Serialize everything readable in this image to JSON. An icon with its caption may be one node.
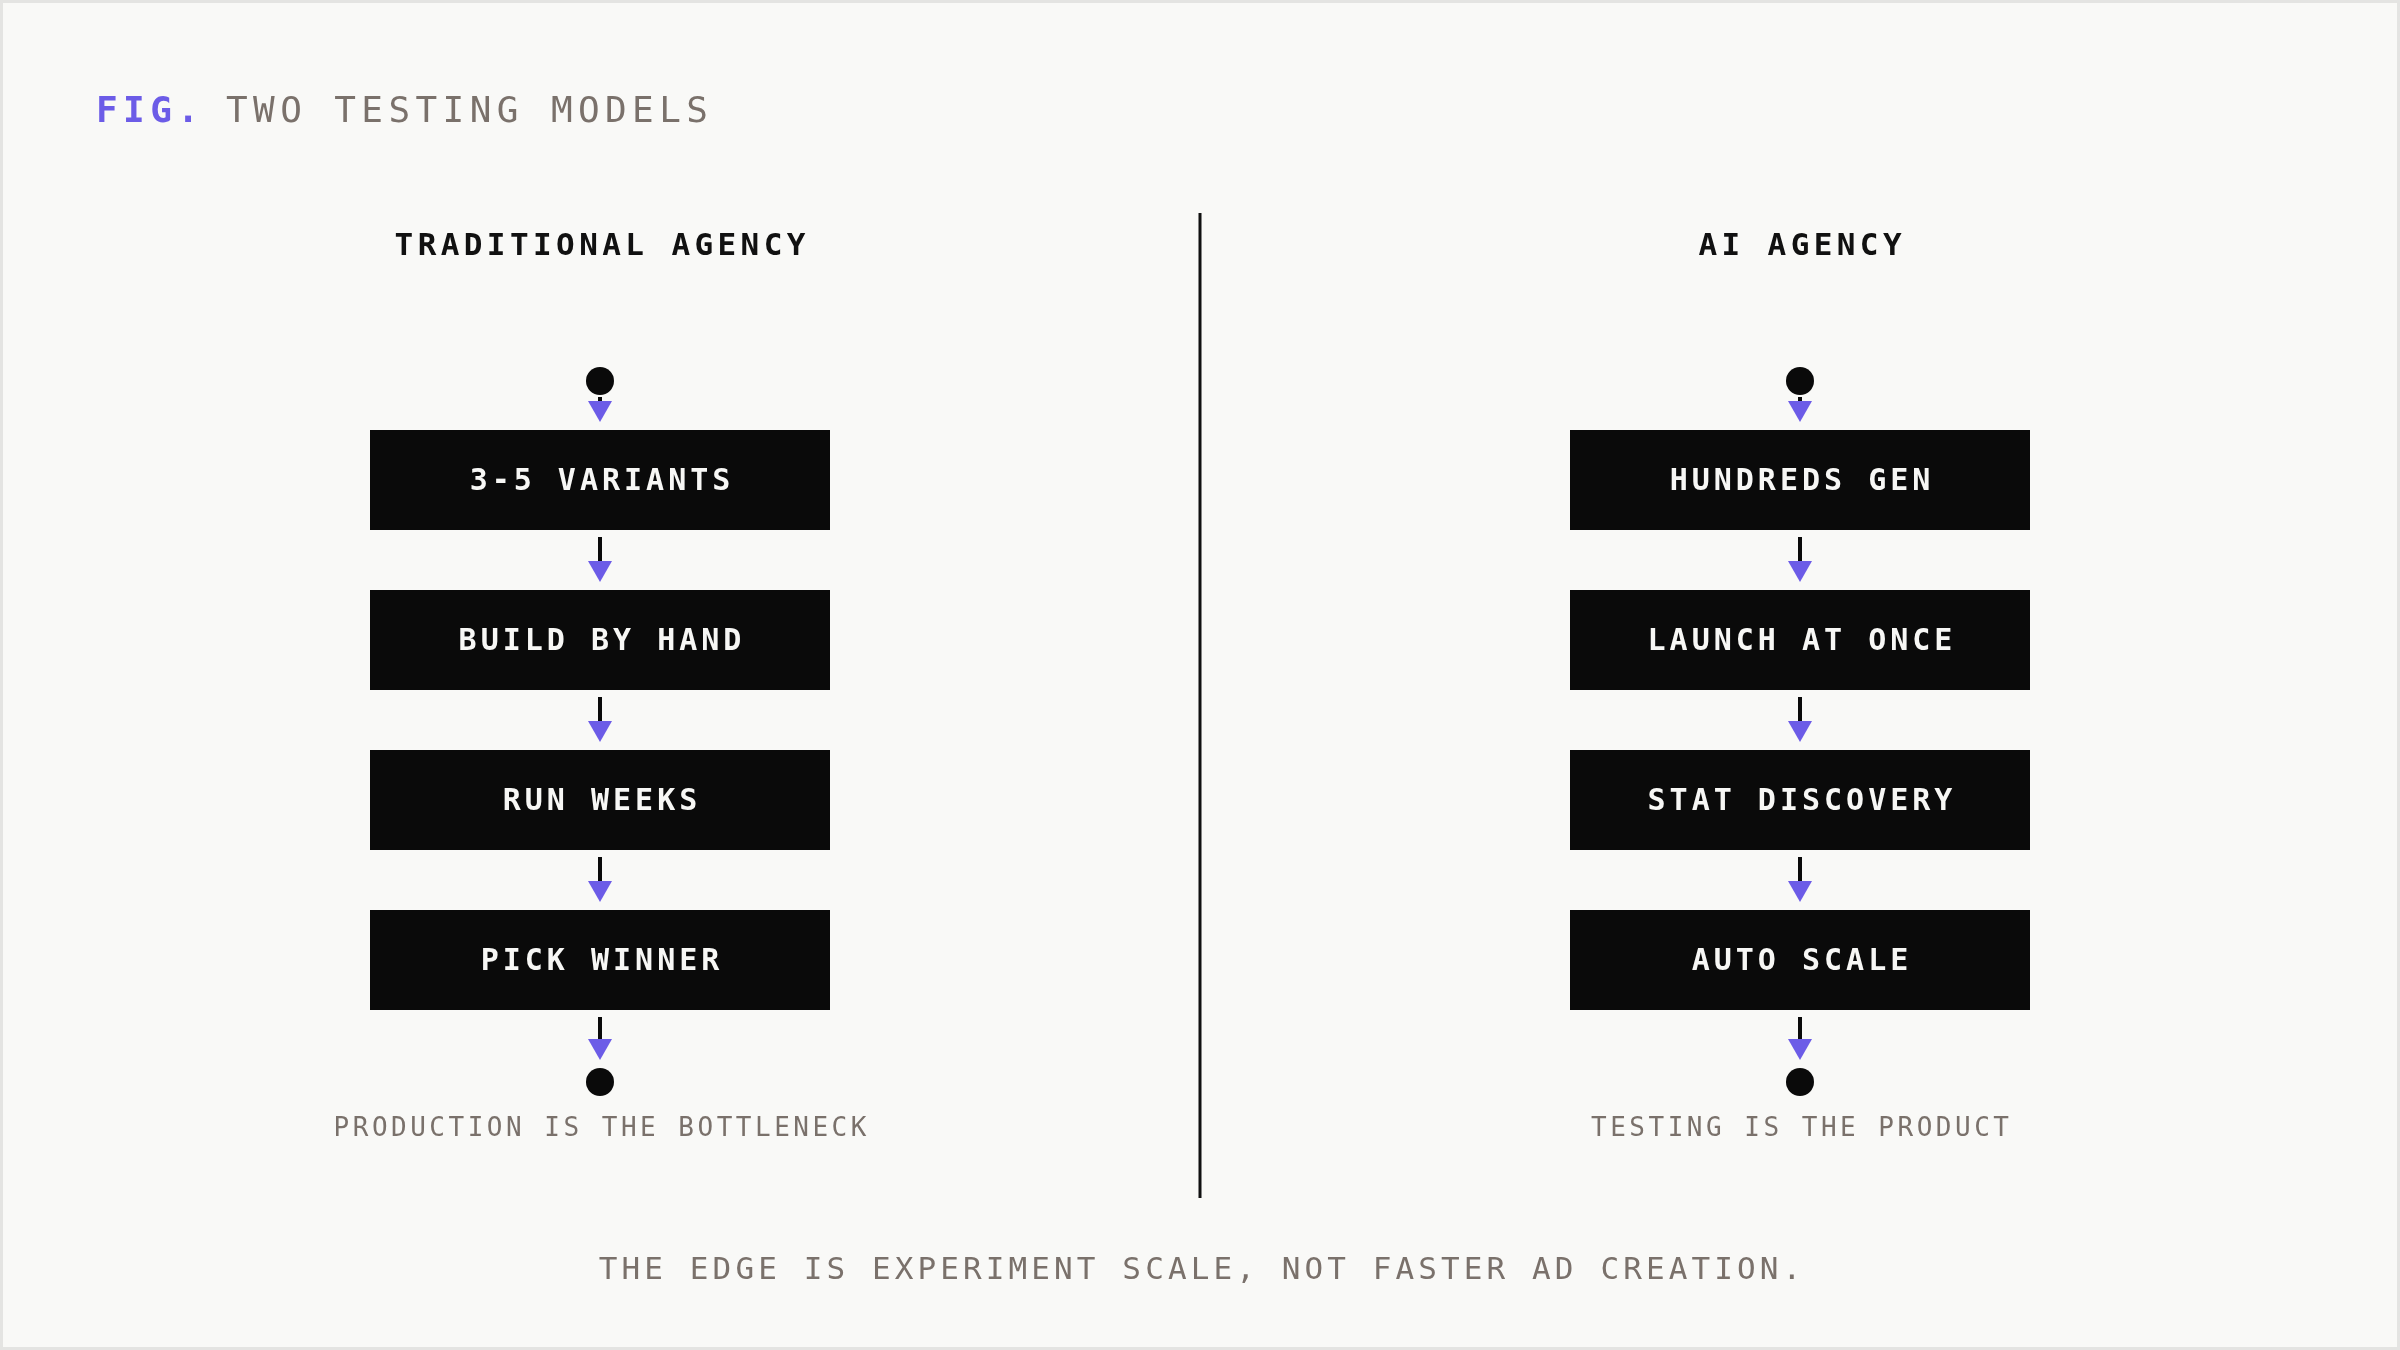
{
  "diagram": {
    "title": "TWO TESTING MODELS",
    "caption": "THE EDGE IS EXPERIMENT SCALE, NOT FASTER AD CREATION.",
    "nodes": [
      {
        "text": [],
        "shape": "circle"
      },
      {
        "text": [
          "3-5 VARIANTS"
        ]
      },
      {
        "text": [
          "BUILD BY HAND"
        ]
      },
      {
        "text": [
          "RUN WEEKS"
        ]
      },
      {
        "text": [
          "PICK WINNER"
        ]
      },
      {
        "text": [],
        "shape": "circle"
      },
      {
        "text": [],
        "shape": "circle"
      },
      {
        "text": [
          "HUNDREDS GEN"
        ]
      },
      {
        "text": [
          "LAUNCH AT ONCE"
        ]
      },
      {
        "text": [
          "STAT DISCOVERY"
        ]
      },
      {
        "text": [
          "AUTO SCALE"
        ]
      },
      {
        "text": [],
        "shape": "circle"
      }
    ],
    "edges": [
      {
        "from": 0,
        "to": 1,
        "arrow": "to"
      },
      {
        "from": 1,
        "to": 2,
        "arrow": "to"
      },
      {
        "from": 2,
        "to": 3,
        "arrow": "to"
      },
      {
        "from": 3,
        "to": 4,
        "arrow": "to"
      },
      {
        "from": 4,
        "to": 5,
        "arrow": "to"
      },
      {
        "from": 6,
        "to": 7,
        "arrow": "to"
      },
      {
        "from": 7,
        "to": 8,
        "arrow": "to"
      },
      {
        "from": 8,
        "to": 9,
        "arrow": "to"
      },
      {
        "from": 9,
        "to": 10,
        "arrow": "to"
      },
      {
        "from": 10,
        "to": 11,
        "arrow": "to"
      }
    ],
    "labels": [
      "FIG.",
      "TRADITIONAL AGENCY",
      "AI AGENCY",
      "PRODUCTION IS THE BOTTLENECK",
      "TESTING IS THE PRODUCT"
    ]
  }
}
